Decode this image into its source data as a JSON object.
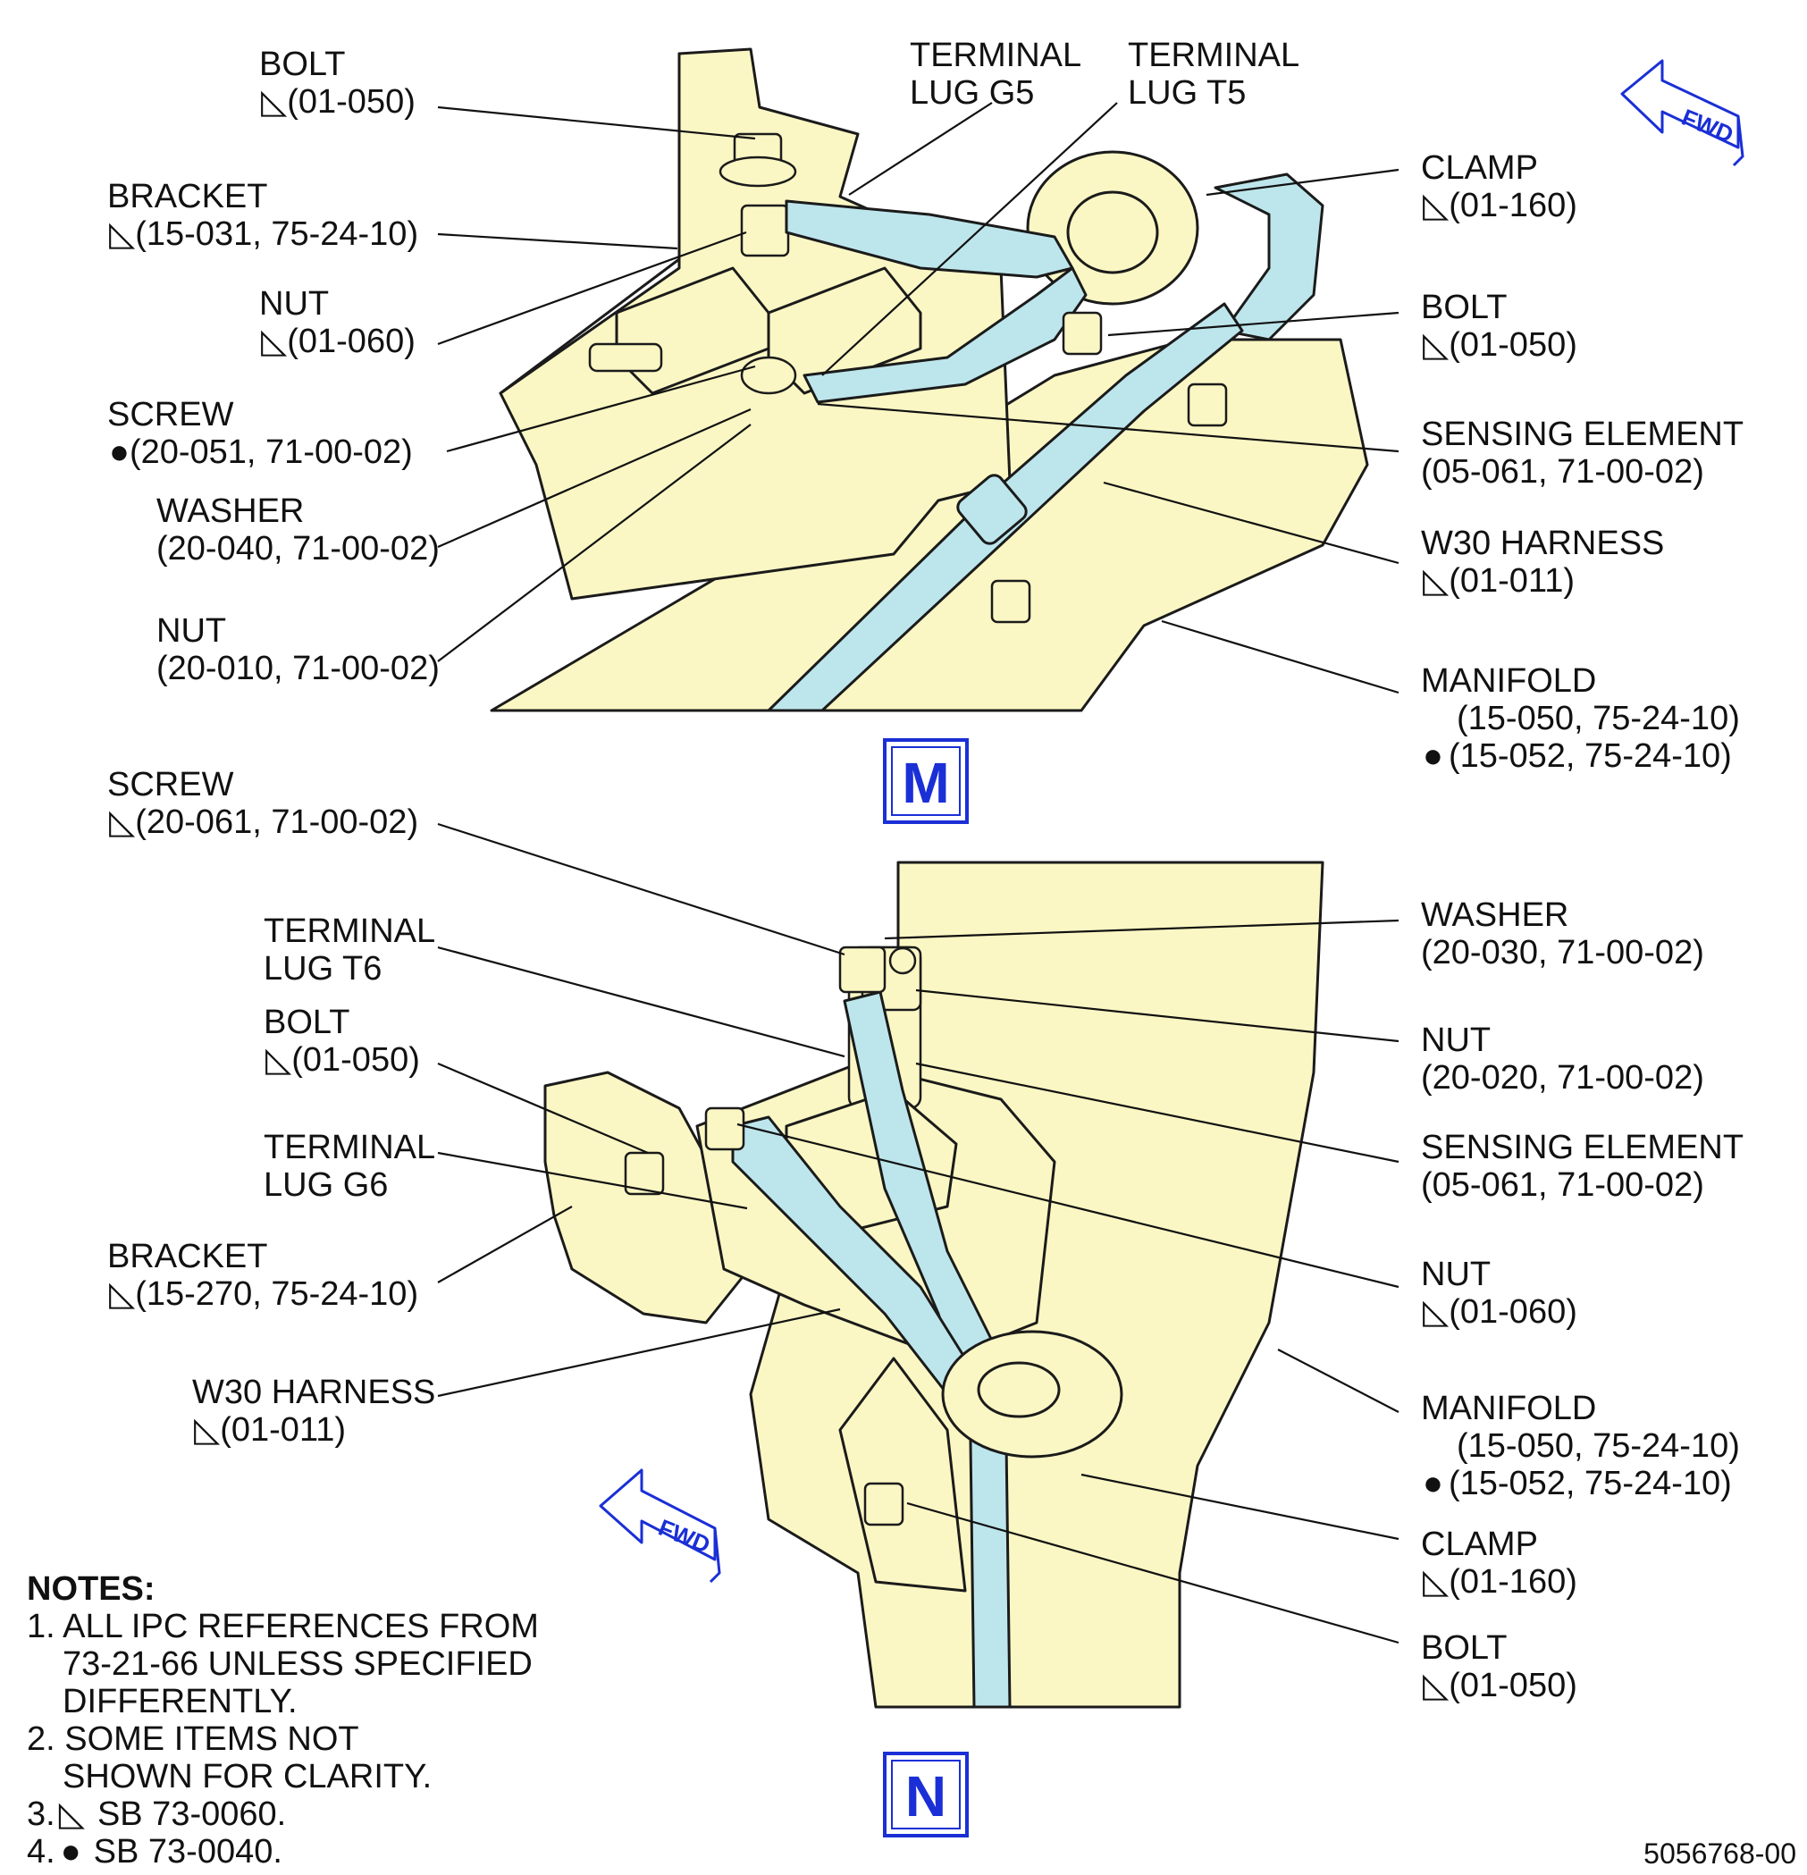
{
  "colors": {
    "manifold_fill": "#fbf7c4",
    "harness_fill": "#bde6ec",
    "view_letter": "#1a2fd6",
    "ink": "#111111"
  },
  "symbols": {
    "triangle": "◺",
    "dot": "●"
  },
  "view_m": {
    "letter": "M",
    "labels": {
      "bolt_top": [
        "BOLT",
        "(01-050)"
      ],
      "bracket": [
        "BRACKET",
        "(15-031, 75-24-10)"
      ],
      "nut_top": [
        "NUT",
        "(01-060)"
      ],
      "screw": [
        "SCREW",
        "(20-051, 71-00-02)"
      ],
      "washer": [
        "WASHER",
        "(20-040, 71-00-02)"
      ],
      "nut_bottom": [
        "NUT",
        "(20-010, 71-00-02)"
      ],
      "terminal_g5": [
        "TERMINAL",
        "LUG G5"
      ],
      "terminal_t5": [
        "TERMINAL",
        "LUG T5"
      ],
      "clamp": [
        "CLAMP",
        "(01-160)"
      ],
      "bolt_right": [
        "BOLT",
        "(01-050)"
      ],
      "sensing": [
        "SENSING ELEMENT",
        "(05-061, 71-00-02)"
      ],
      "harness": [
        "W30 HARNESS",
        "(01-011)"
      ],
      "manifold": [
        "MANIFOLD",
        "(15-050, 75-24-10)",
        "(15-052, 75-24-10)"
      ]
    }
  },
  "view_n": {
    "letter": "N",
    "labels": {
      "screw": [
        "SCREW",
        "(20-061, 71-00-02)"
      ],
      "terminal_t6": [
        "TERMINAL",
        "LUG T6"
      ],
      "bolt_left": [
        "BOLT",
        "(01-050)"
      ],
      "terminal_g6": [
        "TERMINAL",
        "LUG G6"
      ],
      "bracket": [
        "BRACKET",
        "(15-270, 75-24-10)"
      ],
      "harness": [
        "W30 HARNESS",
        "(01-011)"
      ],
      "washer": [
        "WASHER",
        "(20-030, 71-00-02)"
      ],
      "nut_upper": [
        "NUT",
        "(20-020, 71-00-02)"
      ],
      "sensing": [
        "SENSING ELEMENT",
        "(05-061, 71-00-02)"
      ],
      "nut_lower": [
        "NUT",
        "(01-060)"
      ],
      "manifold": [
        "MANIFOLD",
        "(15-050, 75-24-10)",
        "(15-052, 75-24-10)"
      ],
      "clamp": [
        "CLAMP",
        "(01-160)"
      ],
      "bolt_right": [
        "BOLT",
        "(01-050)"
      ]
    }
  },
  "fwd_label": "FWD",
  "notes": {
    "title": "NOTES:",
    "lines": [
      "1. ALL IPC REFERENCES FROM",
      "73-21-66 UNLESS SPECIFIED",
      "DIFFERENTLY.",
      "2. SOME ITEMS NOT",
      "SHOWN FOR CLARITY.",
      "3.",
      "SB 73-0060.",
      "4.",
      "SB 73-0040."
    ]
  },
  "doc_number": "5056768-00"
}
